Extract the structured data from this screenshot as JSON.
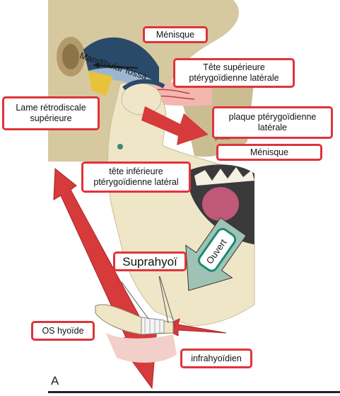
{
  "labels": {
    "menisque_top": "Ménisque",
    "tete_superieure": "Tête supérieure\nptérygoïdienne latérale",
    "lame_retrodiscale": "Lame rétrodiscale\nsupérieure",
    "plaque_pterygoidienne": "plaque ptérygoïdienne\nlatérale",
    "menisque_right": "Ménisque",
    "tete_inferieure": "tête inférieure\nptérygoïdienne latéral",
    "suprahyoi": "Suprahyoï",
    "os_hyoide": "OS hyoïde",
    "infrahyoidien": "infrahyoïdien"
  },
  "embedded_text": {
    "mandibular_fossa": "Mandibular fossa",
    "ouvert": "Ouvert",
    "panel_letter": "A",
    "partial_plate": "plate"
  },
  "colors": {
    "label_border": "#e0333a",
    "muscle_red": "#d63a3a",
    "skull_tan": "#d6c9a0",
    "jaw_beige": "#efe6c8",
    "mouth_dark": "#3a3a3a",
    "tongue": "#c0587a",
    "ouvert_arrow": "#1a8a74",
    "disc_blue": "#2a4a6a",
    "retrodiscal_yellow": "#e8c23a"
  }
}
